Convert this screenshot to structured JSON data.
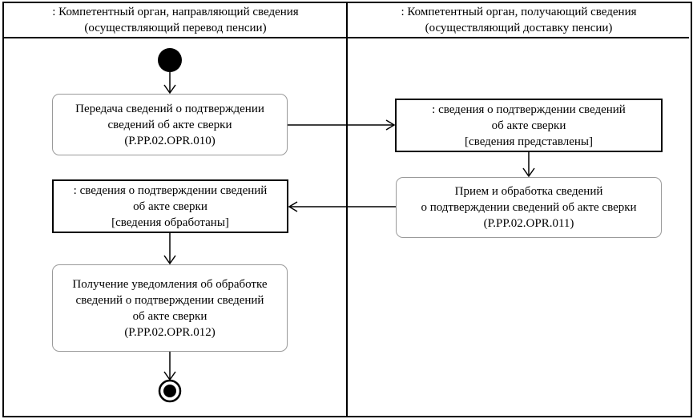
{
  "diagram": {
    "type": "UML activity diagram",
    "lanes": [
      {
        "id": "sender",
        "title_lines": [
          ": Компетентный орган, направляющий сведения",
          "(осуществляющий перевод пенсии)"
        ]
      },
      {
        "id": "receiver",
        "title_lines": [
          ": Компетентный орган, получающий сведения",
          "(осуществляющий доставку пенсии)"
        ]
      }
    ],
    "nodes": {
      "start": {
        "kind": "initial",
        "lane": "sender"
      },
      "act1": {
        "kind": "action",
        "lane": "sender",
        "lines": [
          "Передача сведений о подтверждении",
          "сведений об акте сверки",
          "(P.PP.02.OPR.010)"
        ]
      },
      "obj1": {
        "kind": "object",
        "lane": "receiver",
        "lines": [
          ": сведения о подтверждении сведений",
          "об акте сверки",
          "[сведения представлены]"
        ]
      },
      "act2": {
        "kind": "action",
        "lane": "receiver",
        "lines": [
          "Прием и обработка сведений",
          "о подтверждении сведений об акте сверки",
          "(P.PP.02.OPR.011)"
        ]
      },
      "obj2": {
        "kind": "object",
        "lane": "sender",
        "lines": [
          ": сведения о подтверждении сведений",
          "об акте сверки",
          "[сведения обработаны]"
        ]
      },
      "act3": {
        "kind": "action",
        "lane": "sender",
        "lines": [
          "Получение уведомления об обработке",
          "сведений о подтверждении сведений",
          "об акте сверки",
          "(P.PP.02.OPR.012)"
        ]
      },
      "end": {
        "kind": "final",
        "lane": "sender"
      }
    },
    "edges": [
      {
        "from": "start",
        "to": "act1"
      },
      {
        "from": "act1",
        "to": "obj1"
      },
      {
        "from": "obj1",
        "to": "act2"
      },
      {
        "from": "act2",
        "to": "obj2"
      },
      {
        "from": "obj2",
        "to": "act3"
      },
      {
        "from": "act3",
        "to": "end"
      }
    ],
    "colors": {
      "line": "#000000",
      "action_border": "#9a9a9a",
      "background": "#ffffff"
    }
  }
}
